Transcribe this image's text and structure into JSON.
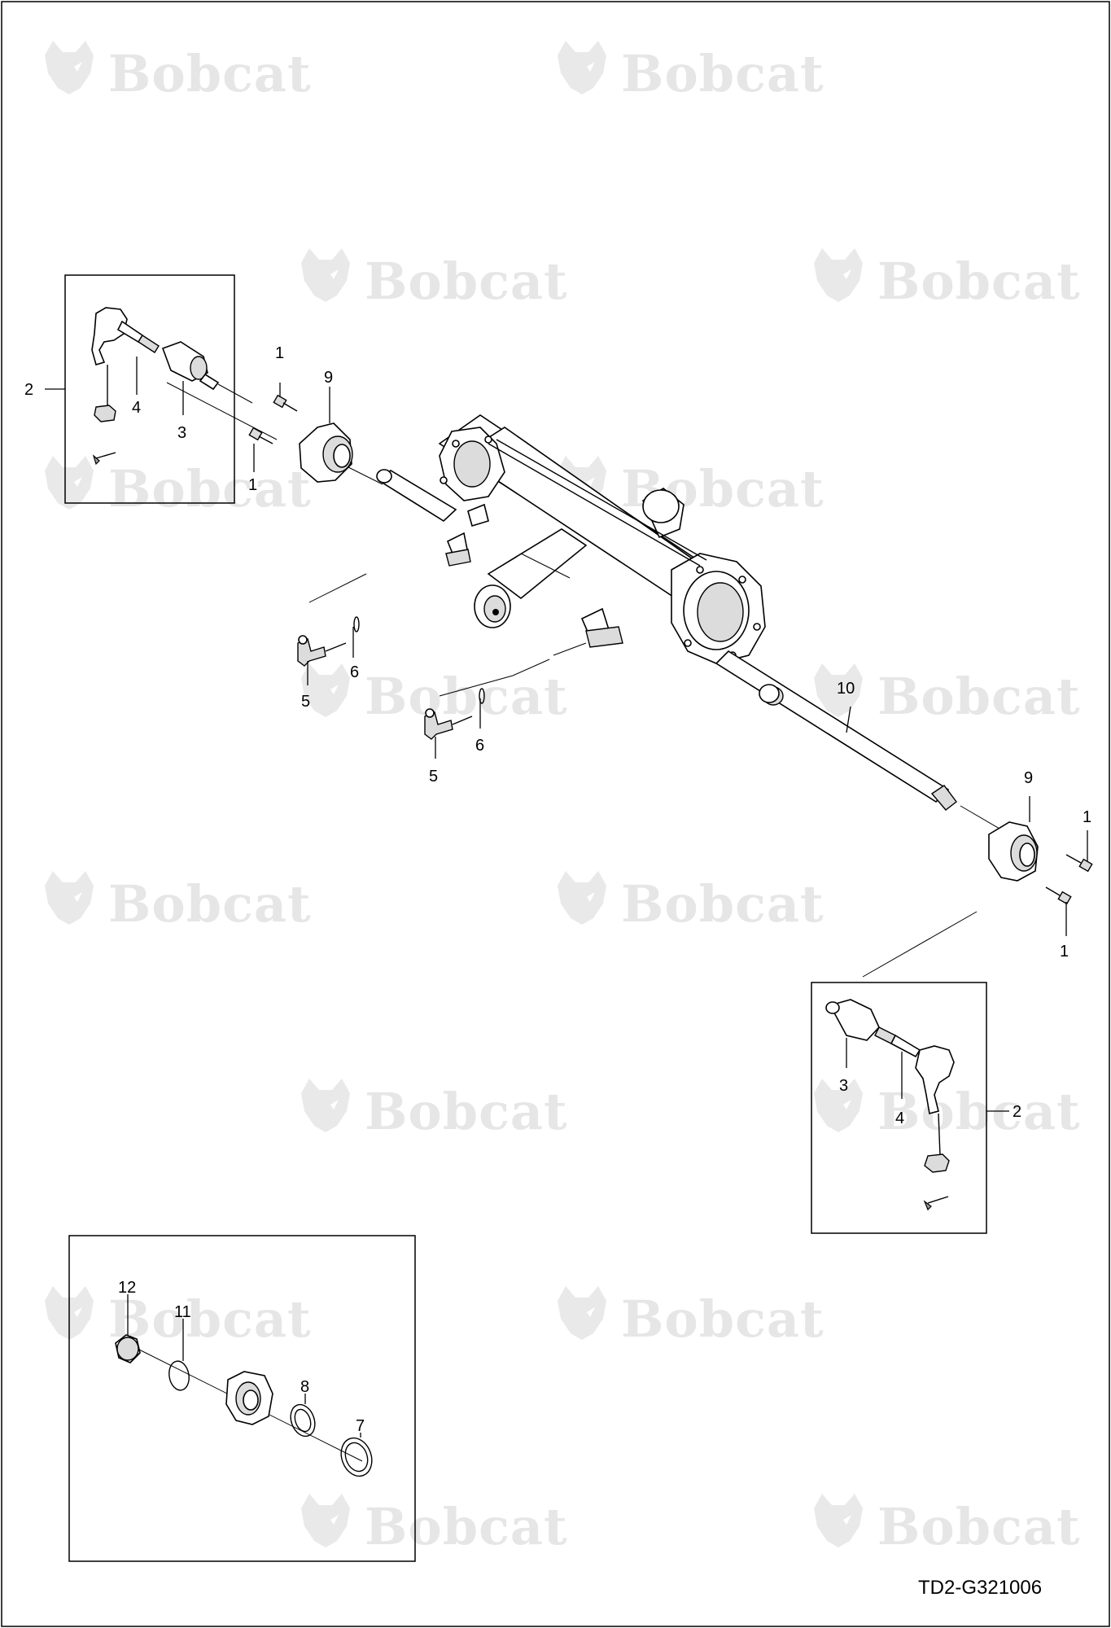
{
  "diagram": {
    "drawing_code": "TD2-G321006",
    "watermark": {
      "brand": "Bobcat",
      "registered_mark": "®",
      "icon": "bobcat-head-icon",
      "color": "#e6e6e6"
    },
    "callouts": {
      "c1a": "1",
      "c1b": "1",
      "c1c": "1",
      "c1d": "1",
      "c2a": "2",
      "c2b": "2",
      "c3a": "3",
      "c3b": "3",
      "c4a": "4",
      "c4b": "4",
      "c5a": "5",
      "c5b": "5",
      "c6a": "6",
      "c6b": "6",
      "c7": "7",
      "c8": "8",
      "c9a": "9",
      "c9b": "9",
      "c10": "10",
      "c11": "11",
      "c12": "12"
    },
    "colors": {
      "line": "#000000",
      "background": "#ffffff",
      "shade": "#dcdcdc"
    }
  }
}
